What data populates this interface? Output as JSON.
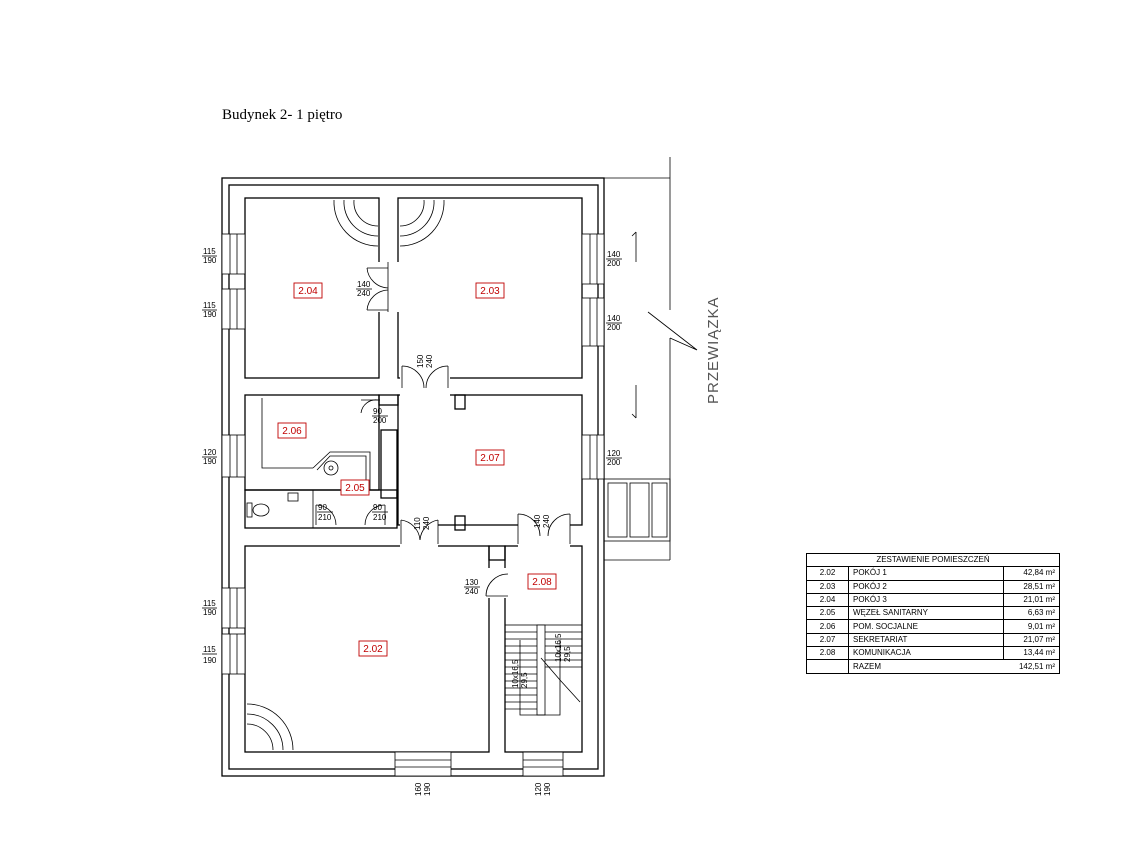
{
  "title": "Budynek 2- 1 piętro",
  "side_label": "PRZEWIĄZKA",
  "rooms": [
    {
      "id": "2.04"
    },
    {
      "id": "2.03"
    },
    {
      "id": "2.06"
    },
    {
      "id": "2.07"
    },
    {
      "id": "2.05"
    },
    {
      "id": "2.08"
    },
    {
      "id": "2.02"
    }
  ],
  "dimensions": {
    "w_left_1": [
      "115",
      "190"
    ],
    "w_left_2": [
      "115",
      "190"
    ],
    "w_left_3": [
      "120",
      "190"
    ],
    "w_left_4": [
      "115",
      "190"
    ],
    "w_left_5": [
      "115",
      "190"
    ],
    "w_right_1": [
      "140",
      "200"
    ],
    "w_right_2": [
      "140",
      "200"
    ],
    "w_right_3": [
      "120",
      "200"
    ],
    "d_204_203": [
      "140",
      "240"
    ],
    "d_top_hall": [
      "150",
      "240"
    ],
    "d_206": [
      "90",
      "200"
    ],
    "d_wc": [
      "90",
      "210"
    ],
    "d_205": [
      "90",
      "210"
    ],
    "d_202": [
      "110",
      "240"
    ],
    "d_208": [
      "140",
      "240"
    ],
    "d_202_208": [
      "130",
      "240"
    ],
    "w_bottom_1": [
      "160",
      "190"
    ],
    "w_bottom_2": [
      "120",
      "190"
    ],
    "stairs_1": [
      "10x16,5",
      "29,5"
    ],
    "stairs_2": [
      "10x16,5",
      "29,5"
    ]
  },
  "legend": {
    "title": "ZESTAWIENIE POMIESZCZEŃ",
    "rows": [
      {
        "no": "2.02",
        "name": "POKÓJ 1",
        "area": "42,84  m²"
      },
      {
        "no": "2.03",
        "name": "POKÓJ 2",
        "area": "28,51  m²"
      },
      {
        "no": "2.04",
        "name": "POKÓJ 3",
        "area": "21,01  m²"
      },
      {
        "no": "2.05",
        "name": "WĘZEŁ SANITARNY",
        "area": "6,63  m²"
      },
      {
        "no": "2.06",
        "name": "POM. SOCJALNE",
        "area": "9,01  m²"
      },
      {
        "no": "2.07",
        "name": "SEKRETARIAT",
        "area": "21,07  m²"
      },
      {
        "no": "2.08",
        "name": "KOMUNIKACJA",
        "area": "13,44  m²"
      }
    ],
    "total": {
      "name": "RAZEM",
      "area": "142,51  m²"
    }
  }
}
